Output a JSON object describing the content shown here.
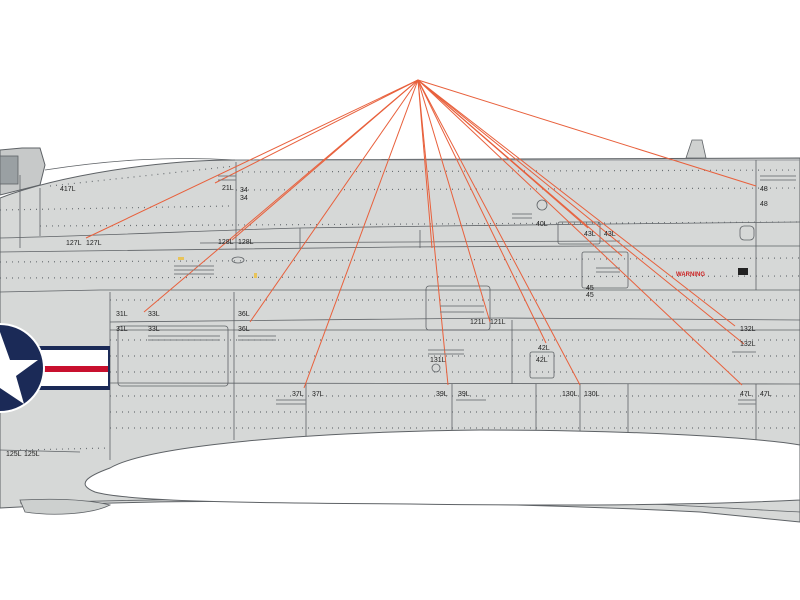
{
  "diagram": {
    "panel_labels": {
      "p21L": "21L",
      "p34": "34",
      "p34b": "34",
      "p127L": "127L",
      "p127Lb": "127L",
      "p128L": "128L",
      "p128Lb": "128L",
      "p40L": "40L",
      "p43L": "43L",
      "p43Lb": "43L",
      "p45": "45",
      "p45b": "45",
      "p48": "48",
      "p48b": "48",
      "p31L": "31L",
      "p31Lb": "31L",
      "p33L": "33L",
      "p33Lb": "33L",
      "p36L": "36L",
      "p36Lb": "36L",
      "p121L": "121L",
      "p121Lb": "121L",
      "p131L": "131L",
      "p42L": "42L",
      "p42Lb": "42L",
      "p132L": "132L",
      "p132Lb": "132L",
      "p37L": "37L",
      "p37Lb": "37L",
      "p39L": "39L",
      "p39Lb": "39L",
      "p130L": "130L",
      "p130Lb": "130L",
      "p47L": "47L",
      "p47Lb": "47L",
      "p125L": "125L",
      "p125Lb": "125L",
      "p417L": "417L"
    },
    "warning_text": "WARNING",
    "colors": {
      "fuselage": "#d6d8d7",
      "panel_line": "#5e6266",
      "callout_line": "#e8603c",
      "roundel_blue": "#1b2a57",
      "roundel_red": "#c8102e",
      "white": "#ffffff"
    }
  }
}
